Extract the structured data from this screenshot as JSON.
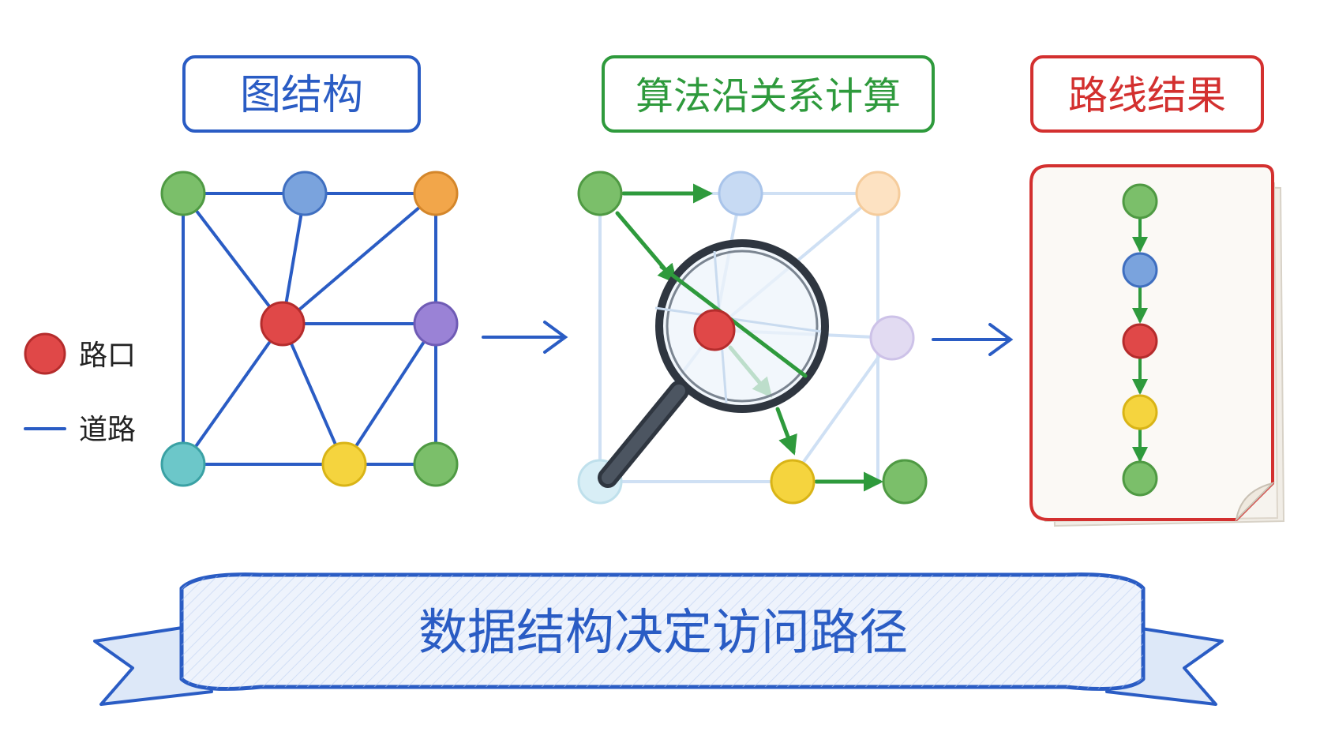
{
  "panels": {
    "graph_title": "图结构",
    "algo_title": "算法沿关系计算",
    "result_title": "路线结果"
  },
  "legend": {
    "node_label": "路口",
    "edge_label": "道路"
  },
  "banner": {
    "text": "数据结构决定访问路径"
  },
  "colors": {
    "blue": "#2a5cc4",
    "green": "#2e9a3c",
    "red": "#d3302f",
    "node_green": "#7bbf6a",
    "node_blue": "#7aa3dd",
    "node_orange": "#f2a64a",
    "node_red": "#e04848",
    "node_purple": "#9a82d6",
    "node_teal": "#6cc7c9",
    "node_yellow": "#f5d43e",
    "faint_edge": "#cfe0f4"
  },
  "icons": {
    "search": "magnifying-glass-icon",
    "document": "document-icon",
    "arrow": "arrow-right-icon"
  }
}
